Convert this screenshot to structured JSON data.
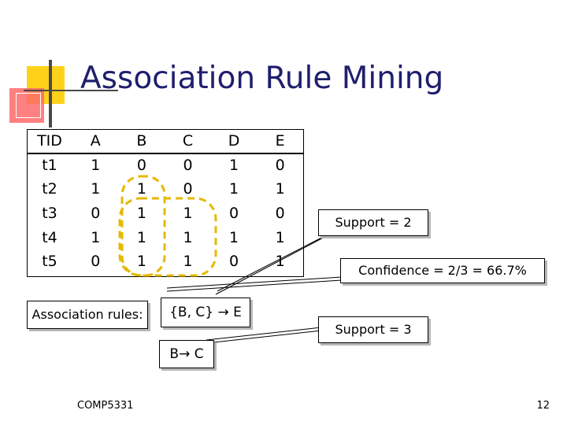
{
  "slide": {
    "title": "Association Rule Mining",
    "footer": "COMP5331",
    "page_number": "12"
  },
  "table": {
    "headers": [
      "TID",
      "A",
      "B",
      "C",
      "D",
      "E"
    ],
    "rows": [
      [
        "t1",
        "1",
        "0",
        "0",
        "1",
        "0"
      ],
      [
        "t2",
        "1",
        "1",
        "0",
        "1",
        "1"
      ],
      [
        "t3",
        "0",
        "1",
        "1",
        "0",
        "0"
      ],
      [
        "t4",
        "1",
        "1",
        "1",
        "1",
        "1"
      ],
      [
        "t5",
        "0",
        "1",
        "1",
        "0",
        "1"
      ]
    ]
  },
  "rules": {
    "label": "Association rules:",
    "rule1": "{B, C} → E",
    "rule2": "B→ C"
  },
  "callouts": {
    "support2": "Support = 2",
    "confidence": "Confidence = 2/3 = 66.7%",
    "support3": "Support = 3"
  },
  "colors": {
    "title": "#1f1f6e",
    "oval_dash": "#e6b800",
    "accent_yellow": "#ffd21a",
    "accent_red": "#ff6a6a"
  }
}
